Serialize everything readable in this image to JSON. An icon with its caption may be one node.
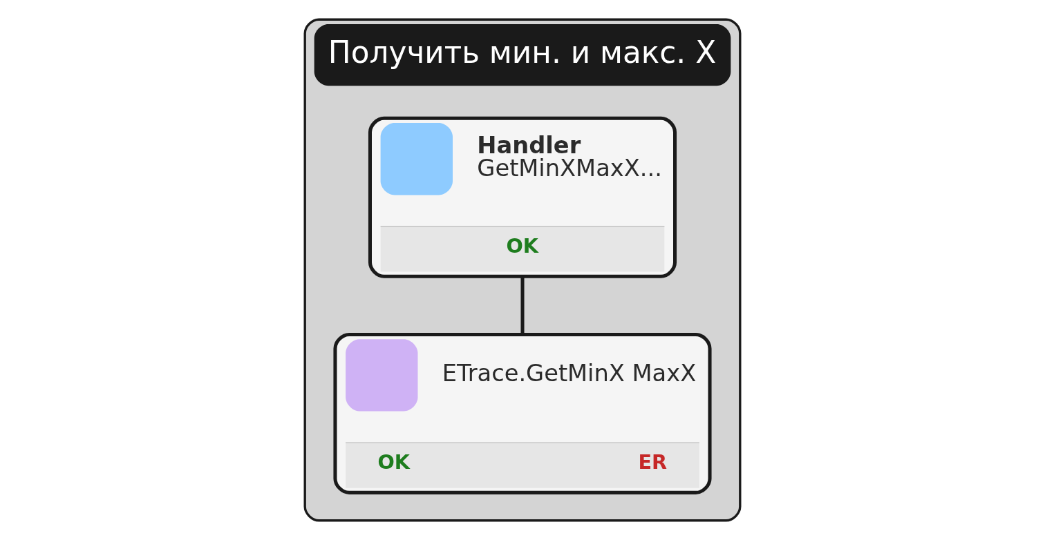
{
  "diagram": {
    "nodes": [
      {
        "text": [
          "Получить мин. и макс. X"
        ]
      },
      {
        "text": [
          "Handler",
          "GetMinXMaxX...",
          "OK"
        ],
        "in": 0
      },
      {
        "text": [
          "ETrace.GetMinX MaxX",
          "OK",
          "ER"
        ],
        "in": 0
      }
    ],
    "edges": [
      {
        "from": 1,
        "to": 2,
        "arrow": "none"
      }
    ]
  }
}
